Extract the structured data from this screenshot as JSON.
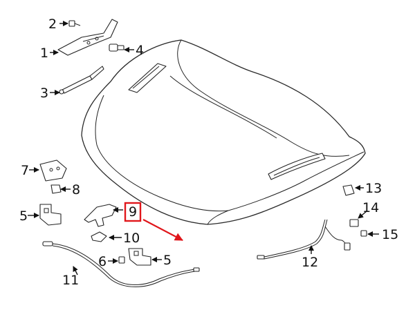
{
  "labels": {
    "p1": "1",
    "p2": "2",
    "p3": "3",
    "p4": "4",
    "p5a": "5",
    "p5b": "5",
    "p6": "6",
    "p7": "7",
    "p8": "8",
    "p9": "9",
    "p10": "10",
    "p11": "11",
    "p12": "12",
    "p13": "13",
    "p14": "14",
    "p15": "15"
  },
  "highlight": {
    "part": "9",
    "color": "#e0161b"
  },
  "icons": [
    "bolt-icon",
    "hinge-icon",
    "clip-icon",
    "strut-icon",
    "latch-icon",
    "cable-icon",
    "arrow-icon"
  ]
}
